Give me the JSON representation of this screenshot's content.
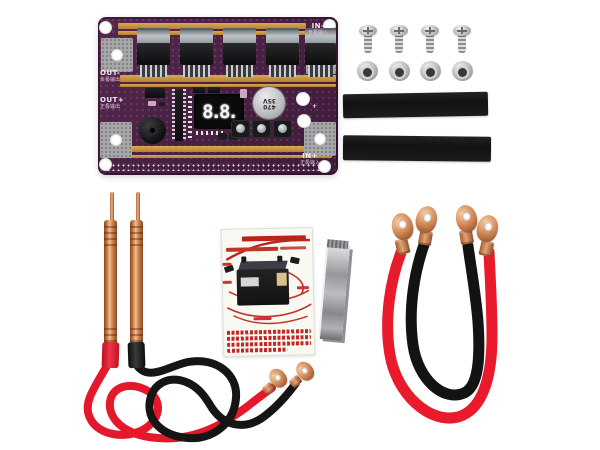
{
  "pcb": {
    "display_value": "8.8.",
    "labels": {
      "in_neg": "IN-",
      "in_neg_sub": "负极输入",
      "out_neg": "OUT-",
      "out_neg_sub": "负极输出",
      "out_pos": "OUT+",
      "out_pos_sub": "正极输出",
      "in_pos": "IN+",
      "in_pos_sub": "正极输入",
      "polarity_plus": "+"
    },
    "capacitor": {
      "line1": "470",
      "line2": "35V"
    },
    "colors": {
      "board": "#4a2144",
      "trace_gold": "#c68f3e",
      "display_bg": "#0b0b0c",
      "digit": "#f5f5f5"
    }
  },
  "hardware": {
    "screw_count": 4,
    "nut_count": 4,
    "heatshrink_count": 2,
    "heatshrink_color": "#161616"
  },
  "accessories": {
    "welding_pen_count": 2,
    "pen_copper_color": "#c87a4a",
    "pen_sleeve_colors": [
      "#e01a2c",
      "#141414"
    ],
    "cable_red": "#e81a2c",
    "cable_black": "#151515",
    "ring_terminal_copper": "#c97f54",
    "nickel_strip_color": "#b0b0b4",
    "instruction_card": {
      "text_color": "#c02020",
      "background": "#faf8f3"
    }
  }
}
